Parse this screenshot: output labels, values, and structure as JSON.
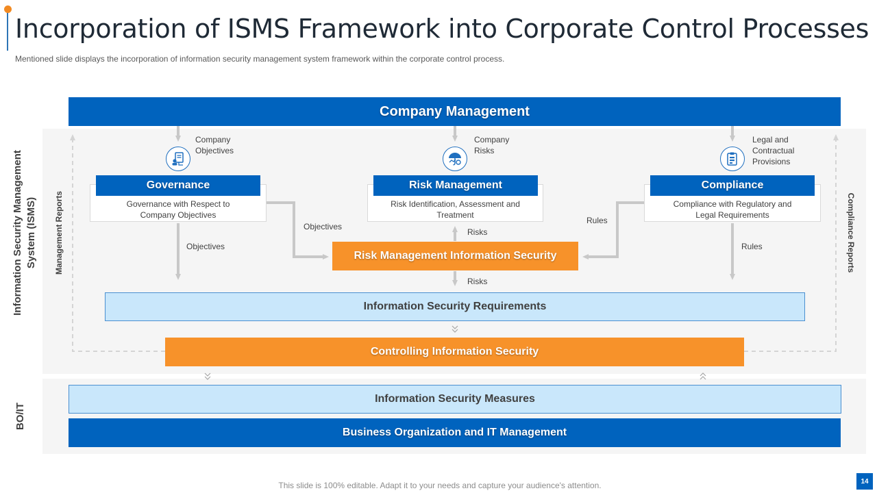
{
  "header": {
    "title": "Incorporation of ISMS Framework into Corporate Control Processes",
    "subtitle": "Mentioned slide displays the incorporation of  information security management system framework within the corporate control process."
  },
  "side_labels": {
    "isms": "Information Security Management System (ISMS)",
    "boit": "BO/IT",
    "management_reports": "Management Reports",
    "compliance_reports": "Compliance Reports"
  },
  "top_bar": "Company Management",
  "columns": {
    "governance": {
      "title": "Governance",
      "description": "Governance  with Respect to Company Objectives",
      "input_label": "Company Objectives",
      "output_label": "Objectives",
      "icon": "governance-icon"
    },
    "risk": {
      "title": "Risk Management",
      "description": "Risk Identification, Assessment and Treatment",
      "input_label": "Company Risks",
      "output_label": "Risks",
      "icon": "umbrella-icon"
    },
    "compliance": {
      "title": "Compliance",
      "description": "Compliance  with Regulatory and Legal Requirements",
      "input_label": "Legal and Contractual Provisions",
      "output_label": "Rules",
      "icon": "clipboard-icon"
    }
  },
  "flow_labels": {
    "gov_to_center": "Objectives",
    "comp_to_center": "Rules",
    "center_to_requirements": "Risks"
  },
  "center_box": "Risk Management Information Security",
  "requirements_bar": "Information Security Requirements",
  "controlling_bar": "Controlling Information Security",
  "measures_bar": "Information Security Measures",
  "bottom_bar": "Business Organization and IT Management",
  "footer": {
    "note": "This slide is 100% editable. Adapt it to your needs and capture your audience's attention.",
    "page_number": "14"
  },
  "colors": {
    "dark_blue": "#0063be",
    "orange": "#f7922a",
    "light_blue": "#c9e7fb",
    "panel_gray": "#f5f5f5"
  }
}
